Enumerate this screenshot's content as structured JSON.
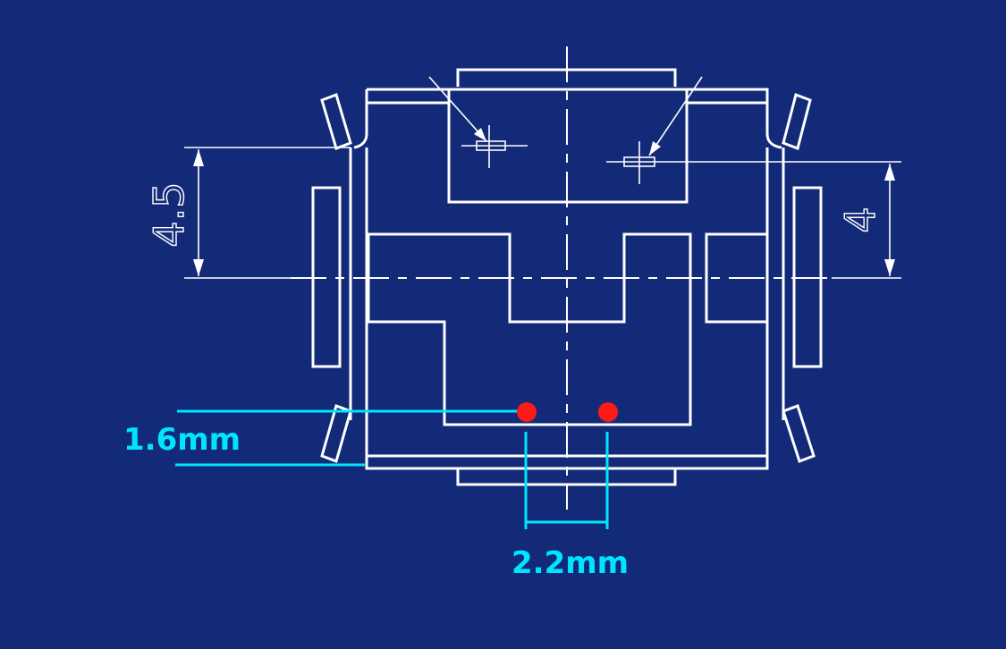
{
  "drawing": {
    "dim_left": "4.5",
    "dim_right": "4",
    "dim_vertical_pad": "1.6mm",
    "dim_pad_spacing": "2.2mm"
  },
  "colors": {
    "background": "#132a78",
    "linework": "#ffffff",
    "annotation": "#00e5ff",
    "pad_marker": "#ff1a1a"
  }
}
